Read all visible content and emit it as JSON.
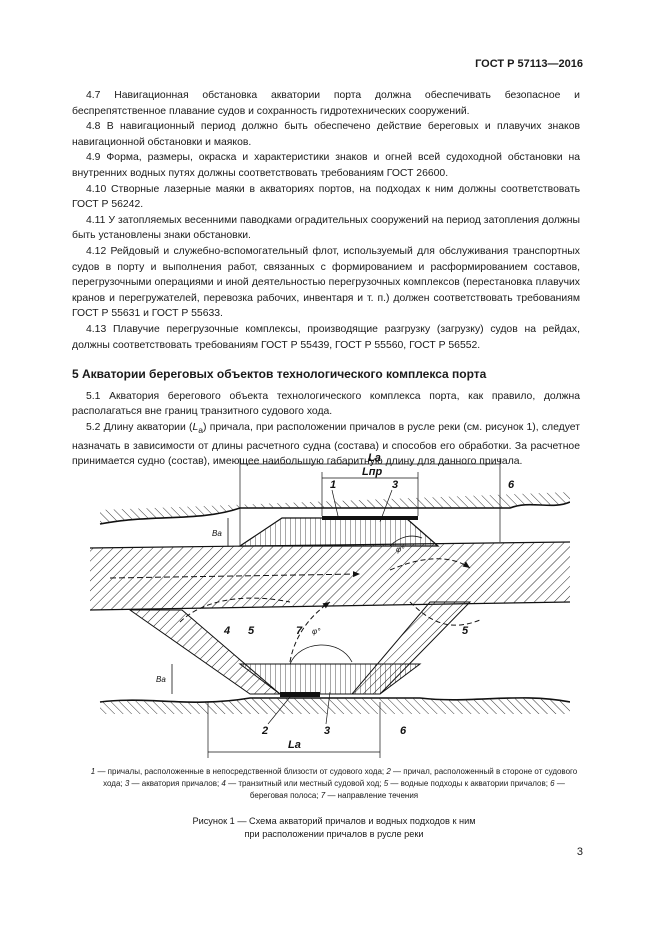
{
  "header": {
    "standard_code": "ГОСТ Р 57113—2016"
  },
  "paragraphs": [
    "4.7 Навигационная обстановка акватории порта должна обеспечивать безопасное и беспрепятственное плавание судов и сохранность гидротехнических сооружений.",
    "4.8 В навигационный период должно быть обеспечено действие береговых и плавучих знаков навигационной обстановки и маяков.",
    "4.9 Форма, размеры, окраска и характеристики знаков и огней всей судоходной обстановки на внутренних водных путях должны соответствовать требованиям ГОСТ 26600.",
    "4.10 Створные лазерные маяки в акваториях портов, на подходах к ним должны соответствовать ГОСТ Р 56242.",
    "4.11 У затопляемых весенними паводками оградительных сооружений на период затопления должны быть установлены знаки обстановки.",
    "4.12 Рейдовый и служебно-вспомогательный флот, используемый для обслуживания транспортных судов в порту и выполнения работ, связанных с формированием и расформированием составов, перегрузочными операциями и иной деятельностью перегрузочных комплексов (перестановка плавучих кранов и перегружателей, перевозка рабочих, инвентаря и т. п.) должен соответствовать требованиям ГОСТ Р 55631 и ГОСТ Р 55633.",
    "4.13 Плавучие перегрузочные комплексы, производящие разгрузку (загрузку) судов на рейдах, должны соответствовать требованиям ГОСТ Р 55439, ГОСТ Р 55560, ГОСТ Р 56552."
  ],
  "section": {
    "heading": "5 Акватории береговых объектов технологического комплекса порта",
    "p1": "5.1 Акватория берегового объекта технологического комплекса порта, как правило, должна располагаться вне границ транзитного судового хода.",
    "p2_part1": "5.2 Длину акватории (",
    "p2_symbol": "L",
    "p2_sub": "а",
    "p2_part2": ") причала, при расположении причалов в русле реки (см. рисунок 1), следует назначать в зависимости от длины расчетного судна (состава) и способов его обработки. За расчетное принимается судно (состав), имеющее наибольшую габаритную длину для данного причала."
  },
  "figure": {
    "labels": [
      "1",
      "2",
      "3",
      "3",
      "4",
      "5",
      "5",
      "6",
      "6",
      "7"
    ],
    "dim_top_outer": "Lа",
    "dim_top_inner": "Lпр",
    "dim_bottom": "Lа",
    "width_top": "Bа",
    "width_bottom": "Bа",
    "angle_1": "φ°",
    "angle_2": "φ°"
  },
  "legend": {
    "n1": "1",
    "t1": " — причалы, расположенные в непосредственной близости от судового хода; ",
    "n2": "2",
    "t2": " — причал, расположенный в стороне от судового хода; ",
    "n3": "3",
    "t3": " — акватория причалов; ",
    "n4": "4",
    "t4": " — транзитный или местный судовой ход; ",
    "n5": "5",
    "t5": " — водные подходы к акватории причалов; ",
    "n6": "6",
    "t6": " — береговая полоса; ",
    "n7": "7",
    "t7": " — направление течения"
  },
  "caption": {
    "line1": "Рисунок 1 — Схема акваторий причалов и водных подходов к ним",
    "line2": "при расположении причалов в русле реки"
  },
  "page_number": "3"
}
